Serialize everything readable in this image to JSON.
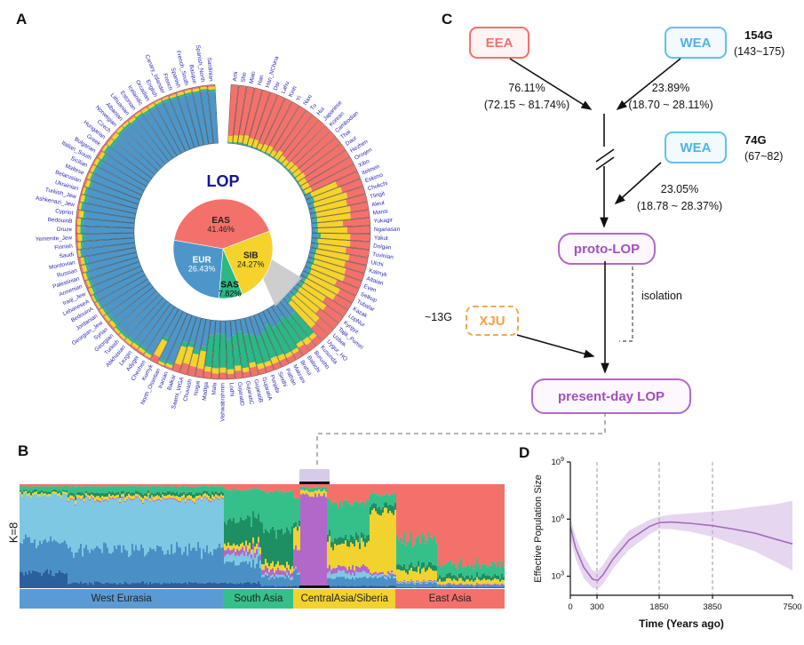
{
  "palette": {
    "eur_blue": "#4D96C9",
    "sas_green": "#2BB786",
    "sib_yellow": "#F5D32C",
    "eas_red": "#F4716B",
    "lop_purple": "#A44FBE",
    "xju_orange": "#F5A04B",
    "wea_blue": "#4FB3E8",
    "band_purple": "#C9A3DC"
  },
  "panels": {
    "a": "A",
    "b": "B",
    "c": "C",
    "d": "D"
  },
  "panel_a": {
    "title": "LOP",
    "ancestry_order": [
      "EUR",
      "SAS",
      "SIB",
      "EAS"
    ],
    "ancestry_colors": {
      "EUR": "#4D96C9",
      "SAS": "#2BB786",
      "SIB": "#F5D32C",
      "EAS": "#F4716B"
    },
    "group_mixes": {
      "EAS": [
        0.01,
        0.02,
        0.12,
        0.85
      ],
      "SIB": [
        0.08,
        0.04,
        0.52,
        0.36
      ],
      "SAS": [
        0.28,
        0.52,
        0.08,
        0.12
      ],
      "MIX": [
        0.48,
        0.08,
        0.28,
        0.16
      ],
      "EUR": [
        0.88,
        0.04,
        0.05,
        0.03
      ]
    },
    "populations": [
      [
        "Ami",
        "EAS"
      ],
      [
        "She",
        "EAS"
      ],
      [
        "Miao",
        "EAS"
      ],
      [
        "Han",
        "EAS"
      ],
      [
        "Han_NChina",
        "EAS"
      ],
      [
        "Dai",
        "EAS"
      ],
      [
        "Lahu",
        "EAS"
      ],
      [
        "Kinh",
        "EAS"
      ],
      [
        "Yi",
        "EAS"
      ],
      [
        "Naxi",
        "EAS"
      ],
      [
        "Tu",
        "EAS"
      ],
      [
        "Hui",
        "EAS"
      ],
      [
        "Japanese",
        "EAS"
      ],
      [
        "Korean",
        "EAS"
      ],
      [
        "Cambodian",
        "EAS"
      ],
      [
        "Thai",
        "EAS"
      ],
      [
        "Daur",
        "EAS"
      ],
      [
        "Hezhen",
        "EAS"
      ],
      [
        "Oroqen",
        "EAS"
      ],
      [
        "Xibo",
        "EAS"
      ],
      [
        "Itelmen",
        "SIB"
      ],
      [
        "Eskimo",
        "SIB"
      ],
      [
        "Chukchi",
        "SIB"
      ],
      [
        "Tlingit",
        "SIB"
      ],
      [
        "Aleut",
        "SIB"
      ],
      [
        "Mansi",
        "SIB"
      ],
      [
        "Yukagir",
        "SIB"
      ],
      [
        "Nganasan",
        "SIB"
      ],
      [
        "Yakut",
        "SIB"
      ],
      [
        "Dolgan",
        "SIB"
      ],
      [
        "Tuvinian",
        "SIB"
      ],
      [
        "Ulchi",
        "SIB"
      ],
      [
        "Kalmyk",
        "SIB"
      ],
      [
        "Altaian",
        "SIB"
      ],
      [
        "Even",
        "SIB"
      ],
      [
        "Selkup",
        "SIB"
      ],
      [
        "Tubalar",
        "SIB"
      ],
      [
        "Kazak",
        "SIB"
      ],
      [
        "LopNur",
        "SIB"
      ],
      [
        "Kyrgyz",
        "SIB"
      ],
      [
        "Tajik_Pomiri",
        "SIB"
      ],
      [
        "Uzbek",
        "SIB"
      ],
      [
        "Uygur_HO",
        "SIB"
      ],
      [
        "Kusunda",
        "SAS"
      ],
      [
        "Burusho",
        "SAS"
      ],
      [
        "Balochi",
        "SAS"
      ],
      [
        "Brahui",
        "SAS"
      ],
      [
        "Makrani",
        "SAS"
      ],
      [
        "Pathan",
        "SAS"
      ],
      [
        "Sindhi",
        "SAS"
      ],
      [
        "Punjabi",
        "SAS"
      ],
      [
        "GujaratiA",
        "SAS"
      ],
      [
        "GujaratiB",
        "SAS"
      ],
      [
        "GujaratiC",
        "SAS"
      ],
      [
        "GujaratiD",
        "SAS"
      ],
      [
        "Lodhi",
        "SAS"
      ],
      [
        "Vishwabrahmin",
        "SAS"
      ],
      [
        "Mala",
        "SAS"
      ],
      [
        "Madiga",
        "SAS"
      ],
      [
        "Nogai",
        "MIX"
      ],
      [
        "Chuvash",
        "MIX"
      ],
      [
        "Saami_WGA",
        "MIX"
      ],
      [
        "Balkar",
        "MIX"
      ],
      [
        "Iranian",
        "EUR"
      ],
      [
        "North_Ossetian",
        "EUR"
      ],
      [
        "Kumyk",
        "MIX"
      ],
      [
        "Chechen",
        "EUR"
      ],
      [
        "Adygei",
        "EUR"
      ],
      [
        "Lezgin",
        "EUR"
      ],
      [
        "Abkhasian",
        "EUR"
      ],
      [
        "Turkish",
        "EUR"
      ],
      [
        "Georgian",
        "EUR"
      ],
      [
        "Syrian",
        "EUR"
      ],
      [
        "Georgian_Jew",
        "EUR"
      ],
      [
        "Jordanian",
        "EUR"
      ],
      [
        "BedouinA",
        "EUR"
      ],
      [
        "LebaneseA",
        "EUR"
      ],
      [
        "Iraqi_Jew",
        "EUR"
      ],
      [
        "Armenian",
        "EUR"
      ],
      [
        "Palestinian",
        "EUR"
      ],
      [
        "Russian",
        "EUR"
      ],
      [
        "Mordovian",
        "EUR"
      ],
      [
        "Saudi",
        "EUR"
      ],
      [
        "Finnish",
        "EUR"
      ],
      [
        "Yemenite_Jew",
        "EUR"
      ],
      [
        "Druze",
        "EUR"
      ],
      [
        "BedouinB",
        "EUR"
      ],
      [
        "Cypriot",
        "EUR"
      ],
      [
        "Ashkenazi_Jew",
        "EUR"
      ],
      [
        "Turkish_Jew",
        "EUR"
      ],
      [
        "Ukrainian",
        "EUR"
      ],
      [
        "Belarusian",
        "EUR"
      ],
      [
        "Maltese",
        "EUR"
      ],
      [
        "Sicilian",
        "EUR"
      ],
      [
        "Italian_South",
        "EUR"
      ],
      [
        "Bulgarian",
        "EUR"
      ],
      [
        "Greek",
        "EUR"
      ],
      [
        "Hungarian",
        "EUR"
      ],
      [
        "Czech",
        "EUR"
      ],
      [
        "Norwegian",
        "EUR"
      ],
      [
        "Albanian",
        "EUR"
      ],
      [
        "Lithuanian",
        "EUR"
      ],
      [
        "Estonian",
        "EUR"
      ],
      [
        "Icelandic",
        "EUR"
      ],
      [
        "Orcadian",
        "EUR"
      ],
      [
        "English",
        "EUR"
      ],
      [
        "Canary_Islander",
        "EUR"
      ],
      [
        "French",
        "EUR"
      ],
      [
        "Spanish",
        "EUR"
      ],
      [
        "French_South",
        "EUR"
      ],
      [
        "Basque",
        "EUR"
      ],
      [
        "Spanish_North",
        "EUR"
      ],
      [
        "Sardinian",
        "EUR"
      ]
    ]
  },
  "panel_b": {
    "k_label": "K=8",
    "palette": [
      "#2C5F9E",
      "#4A90C6",
      "#7EC8E3",
      "#B268C9",
      "#F2D22E",
      "#1E8E63",
      "#35C08A",
      "#F4716B"
    ],
    "component_order": [
      "deep_blue",
      "med_blue",
      "light_blue",
      "purple",
      "yellow",
      "dark_green",
      "green",
      "salmon"
    ],
    "zones": [
      {
        "s": 0.0,
        "e": 0.1,
        "mix": [
          0.15,
          0.3,
          0.45,
          0.0,
          0.02,
          0.02,
          0.04,
          0.02
        ]
      },
      {
        "s": 0.1,
        "e": 0.42,
        "mix": [
          0.05,
          0.32,
          0.48,
          0.01,
          0.03,
          0.03,
          0.06,
          0.02
        ]
      },
      {
        "s": 0.42,
        "e": 0.5,
        "mix": [
          0.05,
          0.18,
          0.08,
          0.05,
          0.05,
          0.25,
          0.29,
          0.05
        ]
      },
      {
        "s": 0.5,
        "e": 0.565,
        "mix": [
          0.02,
          0.08,
          0.02,
          0.05,
          0.05,
          0.33,
          0.38,
          0.07
        ]
      },
      {
        "s": 0.565,
        "e": 0.578,
        "mix": [
          0.02,
          0.13,
          0.02,
          0.2,
          0.2,
          0.05,
          0.25,
          0.13
        ]
      },
      {
        "s": 0.578,
        "e": 0.635,
        "mix": [
          0.0,
          0.02,
          0.0,
          0.88,
          0.04,
          0.0,
          0.03,
          0.03
        ]
      },
      {
        "s": 0.635,
        "e": 0.72,
        "mix": [
          0.02,
          0.08,
          0.05,
          0.05,
          0.22,
          0.07,
          0.33,
          0.18
        ]
      },
      {
        "s": 0.72,
        "e": 0.775,
        "mix": [
          0.02,
          0.08,
          0.02,
          0.02,
          0.6,
          0.06,
          0.1,
          0.1
        ]
      },
      {
        "s": 0.775,
        "e": 0.86,
        "mix": [
          0.01,
          0.04,
          0.01,
          0.01,
          0.1,
          0.05,
          0.25,
          0.53
        ]
      },
      {
        "s": 0.86,
        "e": 1.001,
        "mix": [
          0.01,
          0.02,
          0.0,
          0.01,
          0.04,
          0.04,
          0.11,
          0.77
        ]
      }
    ],
    "regions": [
      {
        "label": "West Eurasia",
        "color": "#5B9BD5",
        "width_pct": 42
      },
      {
        "label": "South Asia",
        "color": "#35C08A",
        "width_pct": 14.5
      },
      {
        "label": "CentralAsia/Siberia",
        "color": "#F2D22E",
        "width_pct": 21
      },
      {
        "label": "East Asia",
        "color": "#F4716B",
        "width_pct": 22.5
      }
    ]
  },
  "panel_c": {
    "eea": {
      "label": "EEA"
    },
    "wea1": {
      "label": "WEA",
      "gen": "154G",
      "ci": "(143~175)"
    },
    "wea2": {
      "label": "WEA",
      "gen": "74G",
      "ci": "(67~82)"
    },
    "admix1_left": {
      "pct": "76.11%",
      "ci": "(72.15 ~ 81.74%)"
    },
    "admix1_right": {
      "pct": "23.89%",
      "ci": "(18.70 ~ 28.11%)"
    },
    "admix2": {
      "pct": "23.05%",
      "ci": "(18.78 ~ 28.37%)"
    },
    "proto": {
      "label": "proto-LOP"
    },
    "xju": {
      "label": "XJU",
      "gen": "~13G"
    },
    "isolation_label": "isolation",
    "present": {
      "label": "present-day LOP"
    }
  },
  "chart_data": [
    {
      "type": "pie",
      "title": "LOP",
      "labels": [
        "EAS",
        "SIB",
        "SAS",
        "EUR"
      ],
      "values": [
        41.46,
        24.27,
        7.82,
        26.43
      ],
      "value_labels": [
        "41.46%",
        "24.27%",
        "7.82%",
        "26.43%"
      ],
      "colors": [
        "#F4716B",
        "#F5D32C",
        "#2BB786",
        "#4D96C9"
      ],
      "start_angle_deg": -80
    },
    {
      "type": "line",
      "xlabel": "Time (Years ago)",
      "ylabel": "Effective Population Size",
      "x_ticks": [
        0,
        300,
        1850,
        3850,
        7500
      ],
      "x_tick_fractions": [
        0,
        0.12,
        0.4,
        0.64,
        1.0
      ],
      "dashed_x_lines": [
        300,
        1850,
        3850
      ],
      "y_ticks": [
        {
          "label": "10^3",
          "value": 1000
        },
        {
          "label": "10^6",
          "value": 1000000
        },
        {
          "label": "10^9",
          "value": 1000000000
        }
      ],
      "y_range_log10": [
        2,
        9
      ],
      "line_color": "#A36CC0",
      "band_color": "#C9A3DC",
      "series": {
        "x": [
          0,
          60,
          150,
          250,
          320,
          450,
          700,
          1100,
          1600,
          1850,
          2300,
          3000,
          3850,
          4800,
          5800,
          6700,
          7500
        ],
        "median": [
          400000,
          30000,
          3000,
          700,
          600,
          1200,
          8000,
          80000,
          400000,
          650000,
          700000,
          600000,
          450000,
          300000,
          180000,
          90000,
          50000
        ],
        "lower": [
          100000,
          8000,
          800,
          250,
          220,
          400,
          2500,
          25000,
          150000,
          300000,
          300000,
          220000,
          120000,
          50000,
          20000,
          6000,
          2000
        ],
        "upper": [
          1200000,
          120000,
          12000,
          2000,
          1800,
          4000,
          25000,
          250000,
          900000,
          1400000,
          1700000,
          2000000,
          2500000,
          3200000,
          4500000,
          6000000,
          9000000
        ]
      }
    }
  ]
}
